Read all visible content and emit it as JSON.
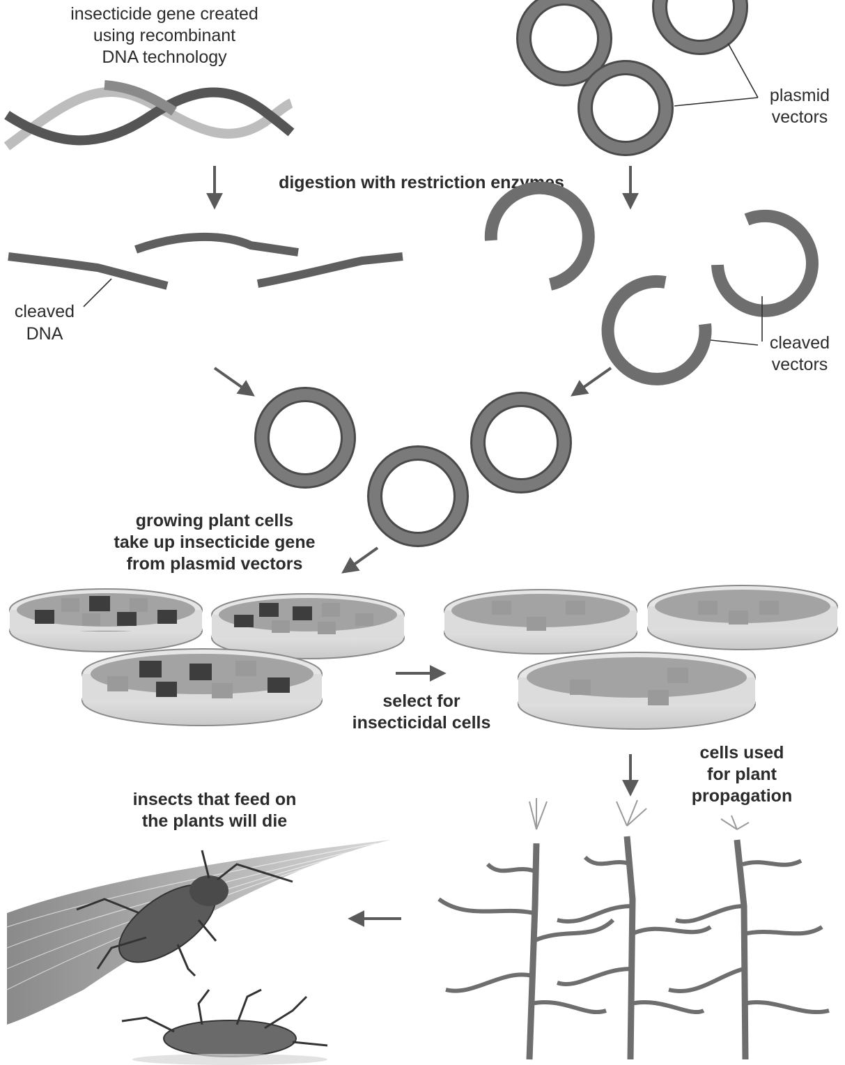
{
  "labels": {
    "gene_line1": "insecticide gene created",
    "gene_line2": "using recombinant",
    "gene_line3": "DNA technology",
    "plasmid_line1": "plasmid",
    "plasmid_line2": "vectors",
    "digestion": "digestion with restriction enzymes",
    "cleaved_dna_line1": "cleaved",
    "cleaved_dna_line2": "DNA",
    "cleaved_vectors_line1": "cleaved",
    "cleaved_vectors_line2": "vectors",
    "uptake_line1": "growing plant cells",
    "uptake_line2": "take up insecticide gene",
    "uptake_line3": "from plasmid vectors",
    "select_line1": "select for",
    "select_line2": "insecticidal cells",
    "propagation_line1": "cells used",
    "propagation_line2": "for plant",
    "propagation_line3": "propagation",
    "insects_line1": "insects that feed on",
    "insects_line2": "the plants will die"
  },
  "colors": {
    "ring": "#6e6e6e",
    "ring_edge": "#4a4a4a",
    "strand_dark": "#555555",
    "strand_light": "#bdbdbd",
    "dish": "#d9d9d9",
    "cell_dark": "#3d3d3d",
    "cell_light": "#9a9a9a",
    "plant": "#7a7a7a",
    "arrow": "#5a5a5a"
  }
}
